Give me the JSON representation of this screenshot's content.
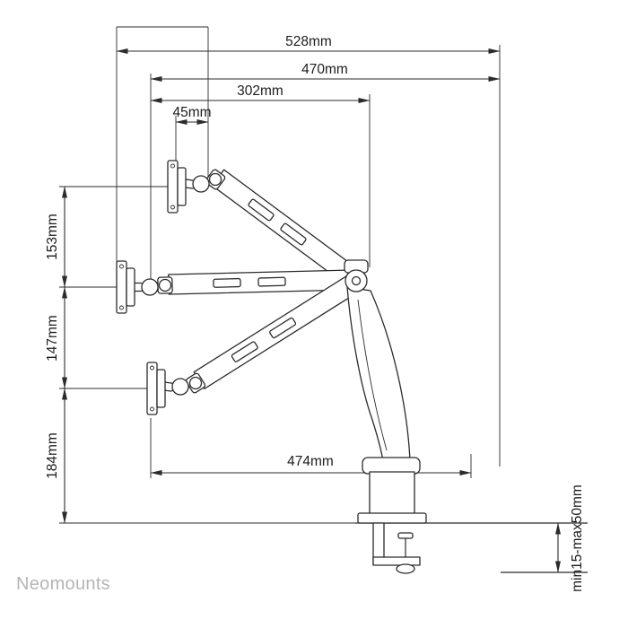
{
  "brand": {
    "name": "Neomounts"
  },
  "diagram": {
    "description": "side-view technical line drawing of a desk-clamped gas-spring monitor arm shown in three height positions",
    "dimensions": {
      "top_reach": "528mm",
      "mid_reach": "470mm",
      "pivot_offset": "302mm",
      "vesa_offset": "45mm",
      "upper_travel": "153mm",
      "mid_travel": "147mm",
      "lower_height": "184mm",
      "bottom_reach": "474mm",
      "desk_thickness": "min15-max50mm"
    },
    "colors": {
      "line": "#2b2b2b",
      "label_text": "#1d1d1d",
      "brand_text": "#b5b5b5",
      "background": "#ffffff"
    }
  }
}
